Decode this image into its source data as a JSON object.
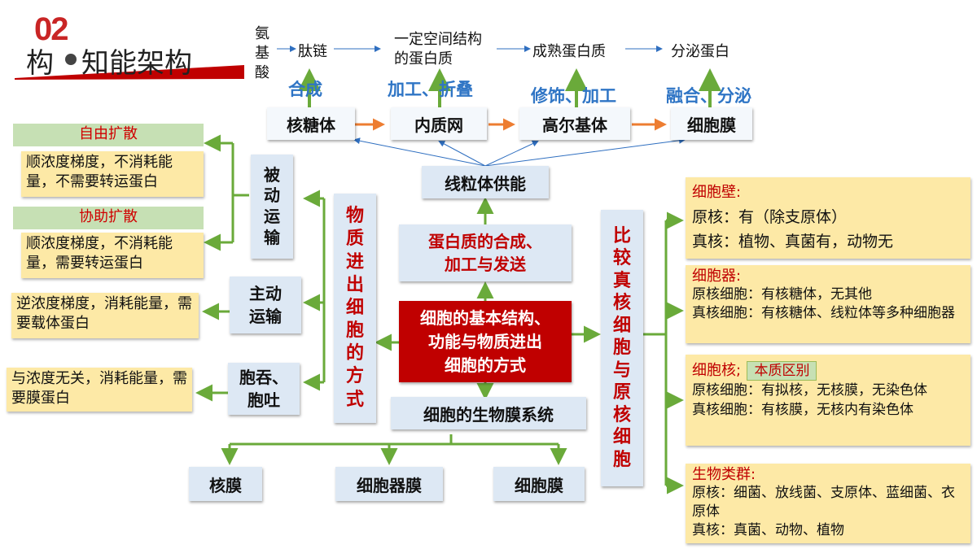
{
  "header": {
    "number": "02",
    "title_char": "构",
    "title_rest": "知能架构"
  },
  "flow": {
    "amino": [
      "氨",
      "基",
      "酸"
    ],
    "step1": "肽链",
    "step2_line1": "一定空间结构",
    "step2_line2": "的蛋白质",
    "step3": "成熟蛋白质",
    "step4": "分泌蛋白"
  },
  "process_labels": {
    "synthesis": "合成",
    "processing": "加工、折叠",
    "modify": "修饰、加工",
    "fusion": "融合、分泌"
  },
  "organelles": {
    "ribosome": "核糖体",
    "er": "内质网",
    "golgi": "高尔基体",
    "membrane": "细胞膜",
    "mito": "线粒体供能"
  },
  "center": {
    "protein_box": [
      "蛋白质的合成、",
      "加工与发送"
    ],
    "main_box": [
      "细胞的基本结构、",
      "功能与物质进出",
      "细胞的方式"
    ],
    "biomembrane": "细胞的生物膜系统"
  },
  "membranes": {
    "nuclear": "核膜",
    "organelle": "细胞器膜",
    "cell": "细胞膜"
  },
  "transport": {
    "title_chars": [
      "物",
      "质",
      "进",
      "出",
      "细",
      "胞",
      "的",
      "方",
      "式"
    ],
    "passive_chars": [
      "被",
      "动",
      "运",
      "输"
    ],
    "free_diffusion": {
      "head": "自由扩散",
      "body": "顺浓度梯度，不消耗能量，不需要转运蛋白"
    },
    "facilitated": {
      "head": "协助扩散",
      "body": "顺浓度梯度，不消耗能量，需要转运蛋白"
    },
    "active_label": [
      "主动",
      "运输"
    ],
    "active_desc": "逆浓度梯度，消耗能量，需要载体蛋白",
    "endo_label": [
      "胞吞、",
      "胞吐"
    ],
    "endo_desc": "与浓度无关，消耗能量，需要膜蛋白"
  },
  "compare": {
    "title_chars": [
      "比",
      "较",
      "真",
      "核",
      "细",
      "胞",
      "与",
      "原",
      "核",
      "细",
      "胞"
    ],
    "wall": {
      "label": "细胞壁:",
      "line1": "原核：有（除支原体）",
      "line2": "真核：植物、真菌有，动物无"
    },
    "organelle": {
      "label": "细胞器:",
      "line1": "原核细胞：有核糖体，无其他",
      "line2": "真核细胞：有核糖体、线粒体等多种细胞器"
    },
    "nucleus": {
      "label": "细胞核;",
      "badge": "本质区别",
      "line1": "原核细胞：有拟核，无核膜，无染色体",
      "line2": "真核细胞：有核膜，无核内有染色体"
    },
    "groups": {
      "label": "生物类群:",
      "line1": "原核：细菌、放线菌、支原体、蓝细菌、衣原体",
      "line2": "真核：真菌、动物、植物"
    }
  },
  "colors": {
    "accent_red": "#c00000",
    "green": "#6aaa3a",
    "blue": "#2f75c5",
    "orange": "#ed7d31",
    "yellow": "#fde9a6"
  }
}
